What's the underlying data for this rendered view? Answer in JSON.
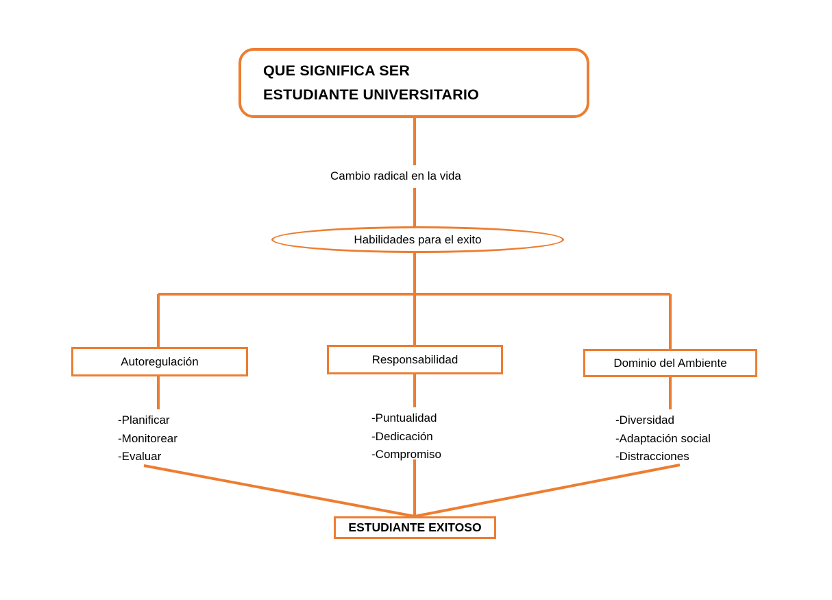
{
  "diagram": {
    "title": "QUE SIGNIFICA SER ESTUDIANTE UNIVERSITARIO",
    "accent_color": "#ED7D31",
    "text_color": "#000000",
    "background_color": "#FFFFFF"
  },
  "root": {
    "line1": "QUE SIGNIFICA SER",
    "line2": "ESTUDIANTE UNIVERSITARIO"
  },
  "link_label": {
    "text": "Cambio radical en la vida"
  },
  "oval": {
    "label": "Habilidades para el exito"
  },
  "branches": [
    {
      "label": "Autoregulación",
      "items": [
        "-Planificar",
        "-Monitorear",
        "-Evaluar"
      ]
    },
    {
      "label": "Responsabilidad",
      "items": [
        "-Puntualidad",
        "-Dedicación",
        "-Compromiso"
      ]
    },
    {
      "label": "Dominio del Ambiente",
      "items": [
        "-Diversidad",
        "-Adaptación social",
        "-Distracciones"
      ]
    }
  ],
  "outcome": {
    "label": "ESTUDIANTE EXITOSO"
  },
  "chart_data": {
    "type": "diagram",
    "layout": "tree",
    "nodes": [
      {
        "id": "root",
        "text": "QUE SIGNIFICA SER ESTUDIANTE UNIVERSITARIO",
        "shape": "rounded-rect"
      },
      {
        "id": "oval",
        "text": "Habilidades para el exito",
        "shape": "ellipse"
      },
      {
        "id": "auto",
        "text": "Autoregulación",
        "shape": "rect"
      },
      {
        "id": "resp",
        "text": "Responsabilidad",
        "shape": "rect"
      },
      {
        "id": "dom",
        "text": "Dominio del Ambiente",
        "shape": "rect"
      },
      {
        "id": "outcome",
        "text": "ESTUDIANTE EXITOSO",
        "shape": "rect"
      }
    ],
    "edges": [
      {
        "from": "root",
        "to": "oval",
        "label": "Cambio radical en la vida"
      },
      {
        "from": "oval",
        "to": "auto",
        "label": ""
      },
      {
        "from": "oval",
        "to": "resp",
        "label": ""
      },
      {
        "from": "oval",
        "to": "dom",
        "label": ""
      },
      {
        "from": "auto",
        "to": "outcome",
        "label": ""
      },
      {
        "from": "resp",
        "to": "outcome",
        "label": ""
      },
      {
        "from": "dom",
        "to": "outcome",
        "label": ""
      }
    ]
  }
}
